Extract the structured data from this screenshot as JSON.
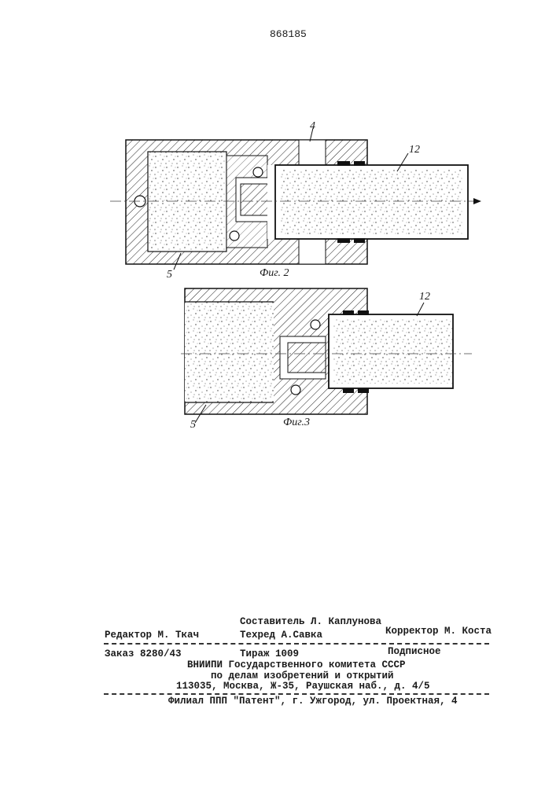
{
  "patent_number": "868185",
  "figure2": {
    "caption": "Фиг. 2",
    "labels": {
      "top_part": "4",
      "tube": "12",
      "body": "5"
    }
  },
  "figure3": {
    "caption": "Фиг.3",
    "labels": {
      "tube": "12",
      "body": "5"
    }
  },
  "credits": {
    "compiler": "Составитель Л. Каплунова",
    "editor": "Редактор М. Ткач",
    "tech_editor": "Техред А.Савка",
    "corrector": "Корректор М. Коста"
  },
  "publication": {
    "order": "Заказ 8280/43",
    "circulation": "Тираж 1009",
    "subscription": "Подписное",
    "org_line1": "ВНИИПИ Государственного комитета СССР",
    "org_line2": "по делам изобретений и открытий",
    "address": "113035, Москва, Ж-35, Раушская наб., д. 4/5",
    "branch": "Филиал ППП \"Патент\", г. Ужгород, ул. Проектная, 4"
  }
}
